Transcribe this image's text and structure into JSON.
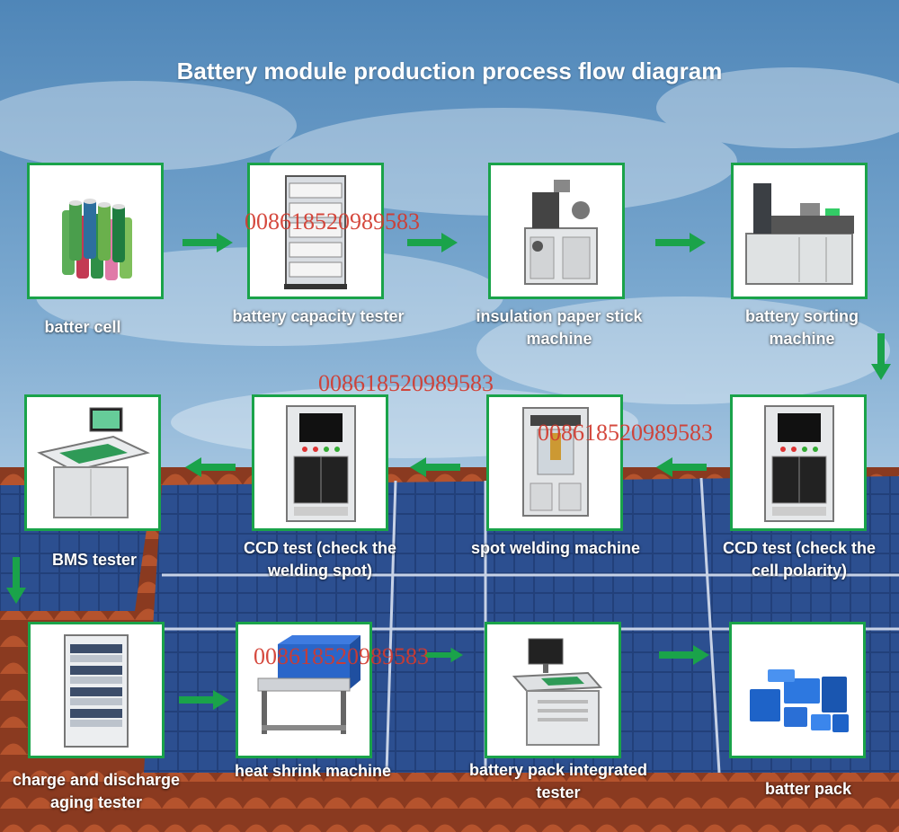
{
  "title": "Battery module production process flow diagram",
  "steps": [
    {
      "label": "batter cell",
      "icon": "battery-cells-icon"
    },
    {
      "label": "battery capacity tester",
      "icon": "capacity-tester-rack-icon"
    },
    {
      "label": "insulation paper stick machine",
      "icon": "insulation-paper-machine-icon"
    },
    {
      "label": "battery sorting machine",
      "icon": "sorting-machine-icon"
    },
    {
      "label": "CCD test (check the cell polarity)",
      "icon": "ccd-cabinet-icon"
    },
    {
      "label": "spot welding machine",
      "icon": "spot-welder-icon"
    },
    {
      "label": "CCD test (check the welding spot)",
      "icon": "ccd-cabinet-icon"
    },
    {
      "label": "BMS tester",
      "icon": "bms-tester-icon"
    },
    {
      "label": "charge and discharge aging tester",
      "icon": "aging-tester-rack-icon"
    },
    {
      "label": "heat shrink machine",
      "icon": "heat-shrink-tunnel-icon"
    },
    {
      "label": "battery pack integrated tester",
      "icon": "pack-tester-icon"
    },
    {
      "label": "batter pack",
      "icon": "battery-pack-icon"
    }
  ],
  "watermarks": [
    "008618520989583",
    "008618520989583",
    "008618520989583",
    "008618520989583"
  ],
  "colors": {
    "accent": "#1aa34a",
    "watermark": "#d23a2e",
    "title": "#ffffff"
  }
}
